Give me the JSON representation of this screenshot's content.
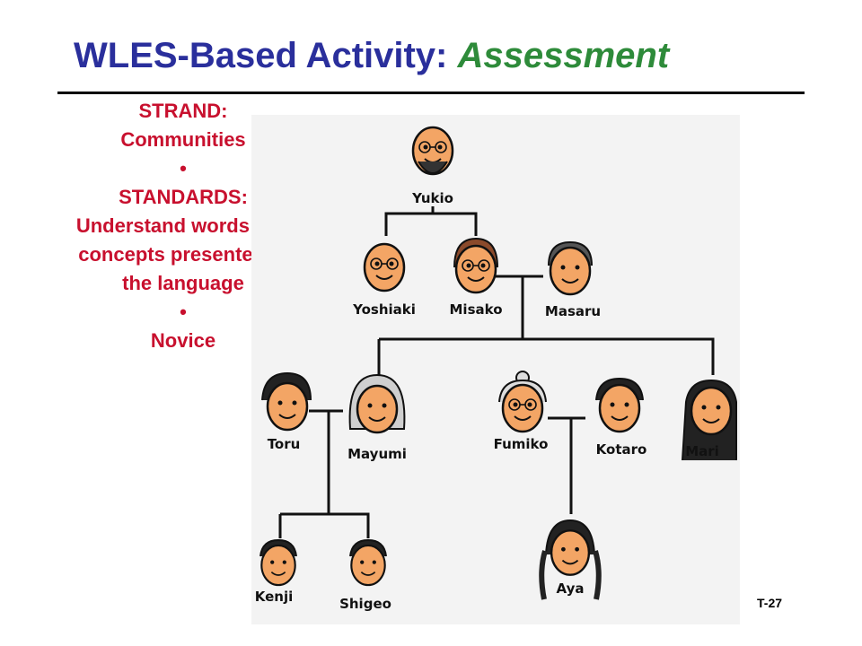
{
  "title": {
    "main": "WLES-Based Activity: ",
    "accent": "Assessment"
  },
  "strand_box": {
    "strand_label": "STRAND:",
    "strand_value": "Communities",
    "bullet": "•",
    "standards_label": "STANDARDS:",
    "standards_line1": "Understand words and",
    "standards_line2": "concepts presented in",
    "standards_line3": "the language",
    "level": "Novice"
  },
  "family": {
    "yukio": "Yukio",
    "yoshiaki": "Yoshiaki",
    "misako": "Misako",
    "masaru": "Masaru",
    "toru": "Toru",
    "mayumi": "Mayumi",
    "fumiko": "Fumiko",
    "kotaro": "Kotaro",
    "mari": "Mari",
    "kenji": "Kenji",
    "shigeo": "Shigeo",
    "aya": "Aya"
  },
  "colors": {
    "title": "#2a2f9c",
    "accent": "#2e8b3a",
    "strand": "#c8102e"
  },
  "slide_number": "T-27"
}
